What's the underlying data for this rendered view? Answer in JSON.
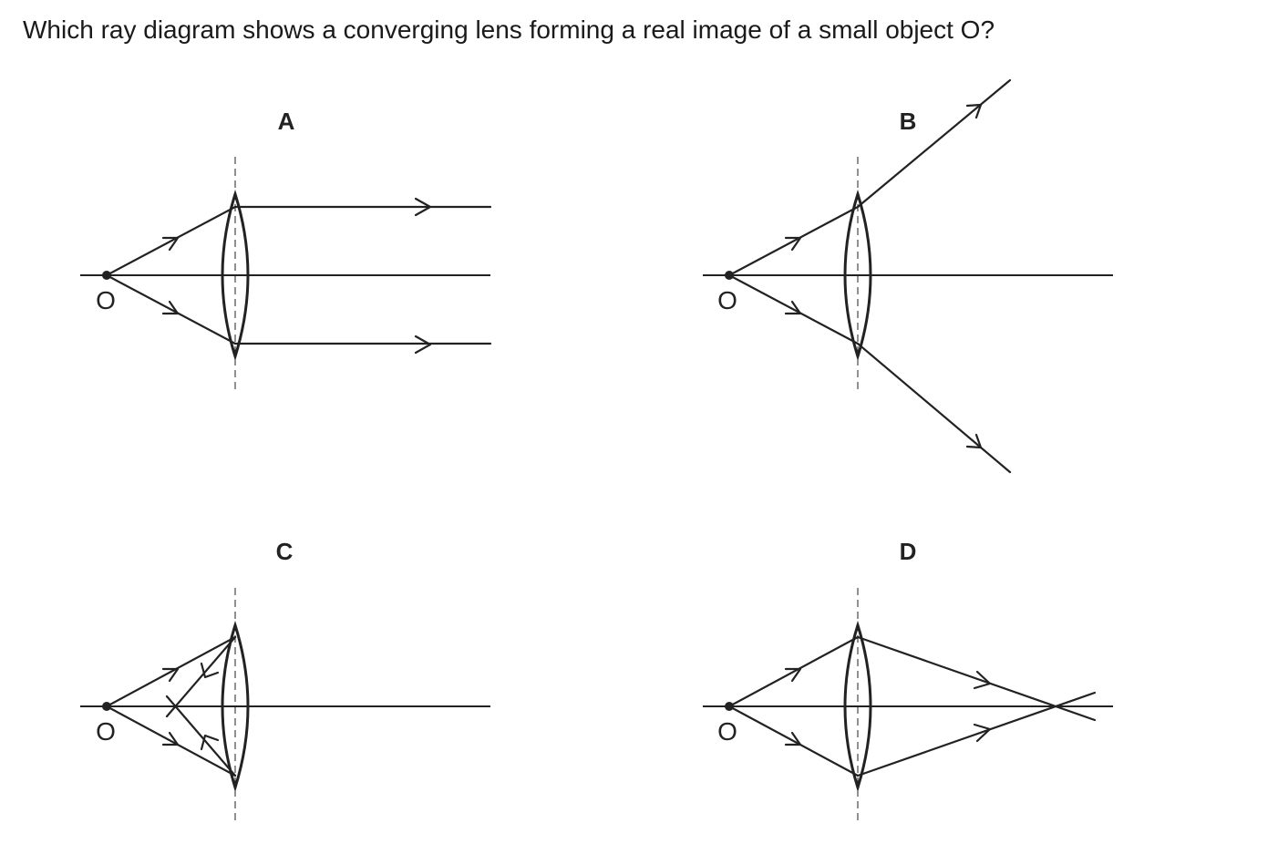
{
  "question": "Which ray diagram shows a converging lens forming a real image of a small object O?",
  "object_label": "O",
  "diagrams": [
    {
      "label": "A"
    },
    {
      "label": "B"
    },
    {
      "label": "C"
    },
    {
      "label": "D"
    }
  ]
}
